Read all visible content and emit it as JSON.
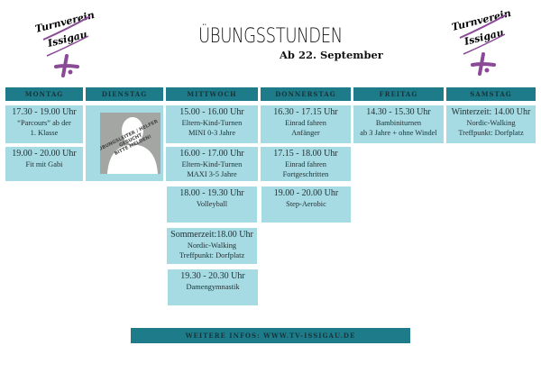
{
  "header": {
    "title": "ÜBUNGSSTUNDEN",
    "subtitle": "Ab 22. September",
    "logo_text": [
      "Turnverein",
      "Issigau"
    ]
  },
  "colors": {
    "header": "#1e7b8a",
    "cell": "#a6dbe3",
    "logo_purple": "#8a4a96",
    "logo_teal": "#2a8fa0"
  },
  "days": [
    "MONTAG",
    "DIENSTAG",
    "MITTWOCH",
    "DONNERSTAG",
    "FREITAG",
    "SAMSTAG"
  ],
  "montag": [
    {
      "time": "17.30 - 19.00 Uhr",
      "lines": [
        "“Parcours” ab der",
        "1. Klasse"
      ]
    },
    {
      "time": "19.00 - 20.00 Uhr",
      "lines": [
        "Fit mit Gabi"
      ]
    }
  ],
  "dienstag": {
    "placeholder_text": [
      "ÜBUNGSLEITER / HELFER",
      "GESUCHT",
      "BITTE MELDEN!"
    ]
  },
  "mittwoch": [
    {
      "time": "15.00 - 16.00 Uhr",
      "lines": [
        "Eltern-Kind-Turnen",
        "MINI 0-3 Jahre"
      ]
    },
    {
      "time": "16.00 - 17.00 Uhr",
      "lines": [
        "Eltern-Kind-Turnen",
        "MAXI 3-5 Jahre"
      ]
    },
    {
      "time": "18.00 - 19.30 Uhr",
      "lines": [
        "Volleyball"
      ]
    },
    {
      "time": "Sommerzeit:18.00 Uhr",
      "lines": [
        "Nordic-Walking",
        "Treffpunkt: Dorfplatz"
      ]
    },
    {
      "time": "19.30 - 20.30 Uhr",
      "lines": [
        "Damengymnastik"
      ]
    }
  ],
  "donnerstag": [
    {
      "time": "16.30 - 17.15 Uhr",
      "lines": [
        "Einrad fahren",
        "Anfänger"
      ]
    },
    {
      "time": "17.15 - 18.00 Uhr",
      "lines": [
        "Einrad fahren",
        "Fortgeschritten"
      ]
    },
    {
      "time": "19.00 - 20.00 Uhr",
      "lines": [
        "Step-Aerobic"
      ]
    }
  ],
  "freitag": [
    {
      "time": "14.30 - 15.30 Uhr",
      "lines": [
        "Bambiniturnen",
        "ab 3 Jahre + ohne Windel"
      ]
    }
  ],
  "samstag": [
    {
      "time": "Winterzeit: 14.00 Uhr",
      "lines": [
        "Nordic-Walking",
        "Treffpunkt: Dorfplatz"
      ]
    }
  ],
  "footer": "WEITERE INFOS: WWW.TV-ISSIGAU.DE"
}
